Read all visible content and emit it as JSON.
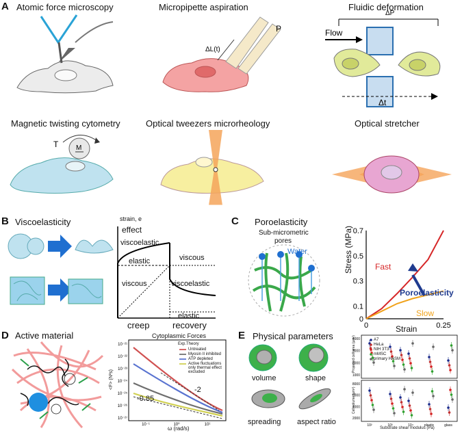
{
  "panels": {
    "a": "A",
    "b": "B",
    "c": "C",
    "d": "D",
    "e": "E"
  },
  "panelA": {
    "titles": [
      "Atomic force microscopy",
      "Micropipette aspiration",
      "Fluidic deformation",
      "Magnetic twisting cytometry",
      "Optical tweezers microrheology",
      "Optical stretcher"
    ],
    "delta_L": "ΔL(t)",
    "p_label": "P",
    "delta_P": "ΔP",
    "flow": "Flow",
    "delta_t": "Δt",
    "torque": "T",
    "moment": "M"
  },
  "panelB": {
    "title": "Viscoelasticity",
    "axis_y": "strain, e",
    "effect": "effect",
    "labels": {
      "viscoelastic_left": "viscoelastic",
      "elastic_left": "elastic",
      "viscous_left": "viscous",
      "viscous_right": "viscous",
      "viscoelastic_right": "viscoelastic",
      "elastic_right": "elastic"
    },
    "x_labels": [
      "creep",
      "recovery"
    ]
  },
  "panelC": {
    "title": "Poroelasticity",
    "subtitle1": "Sub-micrometric",
    "subtitle2": "pores",
    "water": "Water",
    "fast": "Fast",
    "slow": "Slow",
    "poroelasticity": "Poroelasticity",
    "colors": {
      "fast": "#d62728",
      "slow": "#f0a21a",
      "arrow": "#1f3b8f"
    }
  },
  "chart_data": [
    {
      "type": "line",
      "title": "",
      "xlabel": "Strain",
      "ylabel": "Stress (MPa)",
      "x_ticks": [
        "0",
        "0.25"
      ],
      "y_ticks": [
        "0",
        "0.1",
        "0.3",
        "0.5",
        "0.7"
      ],
      "xlim": [
        0,
        0.25
      ],
      "ylim": [
        0,
        0.7
      ],
      "series": [
        {
          "name": "Fast",
          "x": [
            0,
            0.05,
            0.1,
            0.15,
            0.2,
            0.25
          ],
          "y": [
            0,
            0.08,
            0.2,
            0.33,
            0.47,
            0.7
          ]
        },
        {
          "name": "Slow",
          "x": [
            0,
            0.05,
            0.1,
            0.15,
            0.2,
            0.25
          ],
          "y": [
            0,
            0.06,
            0.12,
            0.16,
            0.19,
            0.22
          ]
        }
      ]
    },
    {
      "type": "line",
      "title": "Cytoplasmic Forces",
      "xlabel": "ω (rad/s)",
      "ylabel": "<F> (N²s)",
      "y_ticks": [
        "10⁻²¹",
        "10⁻²²",
        "10⁻²³",
        "10⁻²⁴",
        "10⁻²⁵",
        "10⁻²⁶",
        "10⁻²⁷"
      ],
      "x_ticks": [
        "10⁻¹",
        "10⁰",
        "10¹"
      ],
      "legend_title": "Exp.Theory",
      "series": [
        {
          "name": "Untreated",
          "color": "#c83232"
        },
        {
          "name": "Myosin II inhibited",
          "color": "#555555"
        },
        {
          "name": "ATP depleted",
          "color": "#3c5ac8"
        },
        {
          "name": "Active fluctuations only thermal effect excluded",
          "color": "#c8c832"
        }
      ],
      "slopes": [
        "-2",
        "-0.85"
      ]
    },
    {
      "type": "scatter",
      "xlabel": "Substrate shear modulus (Pa)",
      "ylabel_top": "Projected cell area (µm²)",
      "ylabel_bottom": "Cell volume (µm³)",
      "y_ticks_top": [
        "4000",
        "3000",
        "2000",
        "1000"
      ],
      "y_ticks_bottom": [
        "8000",
        "6000",
        "4000",
        "2000"
      ],
      "x_ticks": [
        "10²",
        "10³",
        "10⁴",
        "plastic",
        "glass"
      ],
      "series": [
        {
          "name": "A7",
          "color": "#1a2a8a"
        },
        {
          "name": "HeLa",
          "color": "#c03030"
        },
        {
          "name": "NIH 3T3",
          "color": "#d42020"
        },
        {
          "name": "mMSC",
          "color": "#30a030"
        },
        {
          "name": "primary HASM",
          "color": "#666666"
        }
      ]
    }
  ],
  "panelD": {
    "title": "Active material"
  },
  "panelE": {
    "title": "Physical parameters",
    "labels": [
      "volume",
      "shape",
      "spreading",
      "aspect ratio"
    ]
  }
}
